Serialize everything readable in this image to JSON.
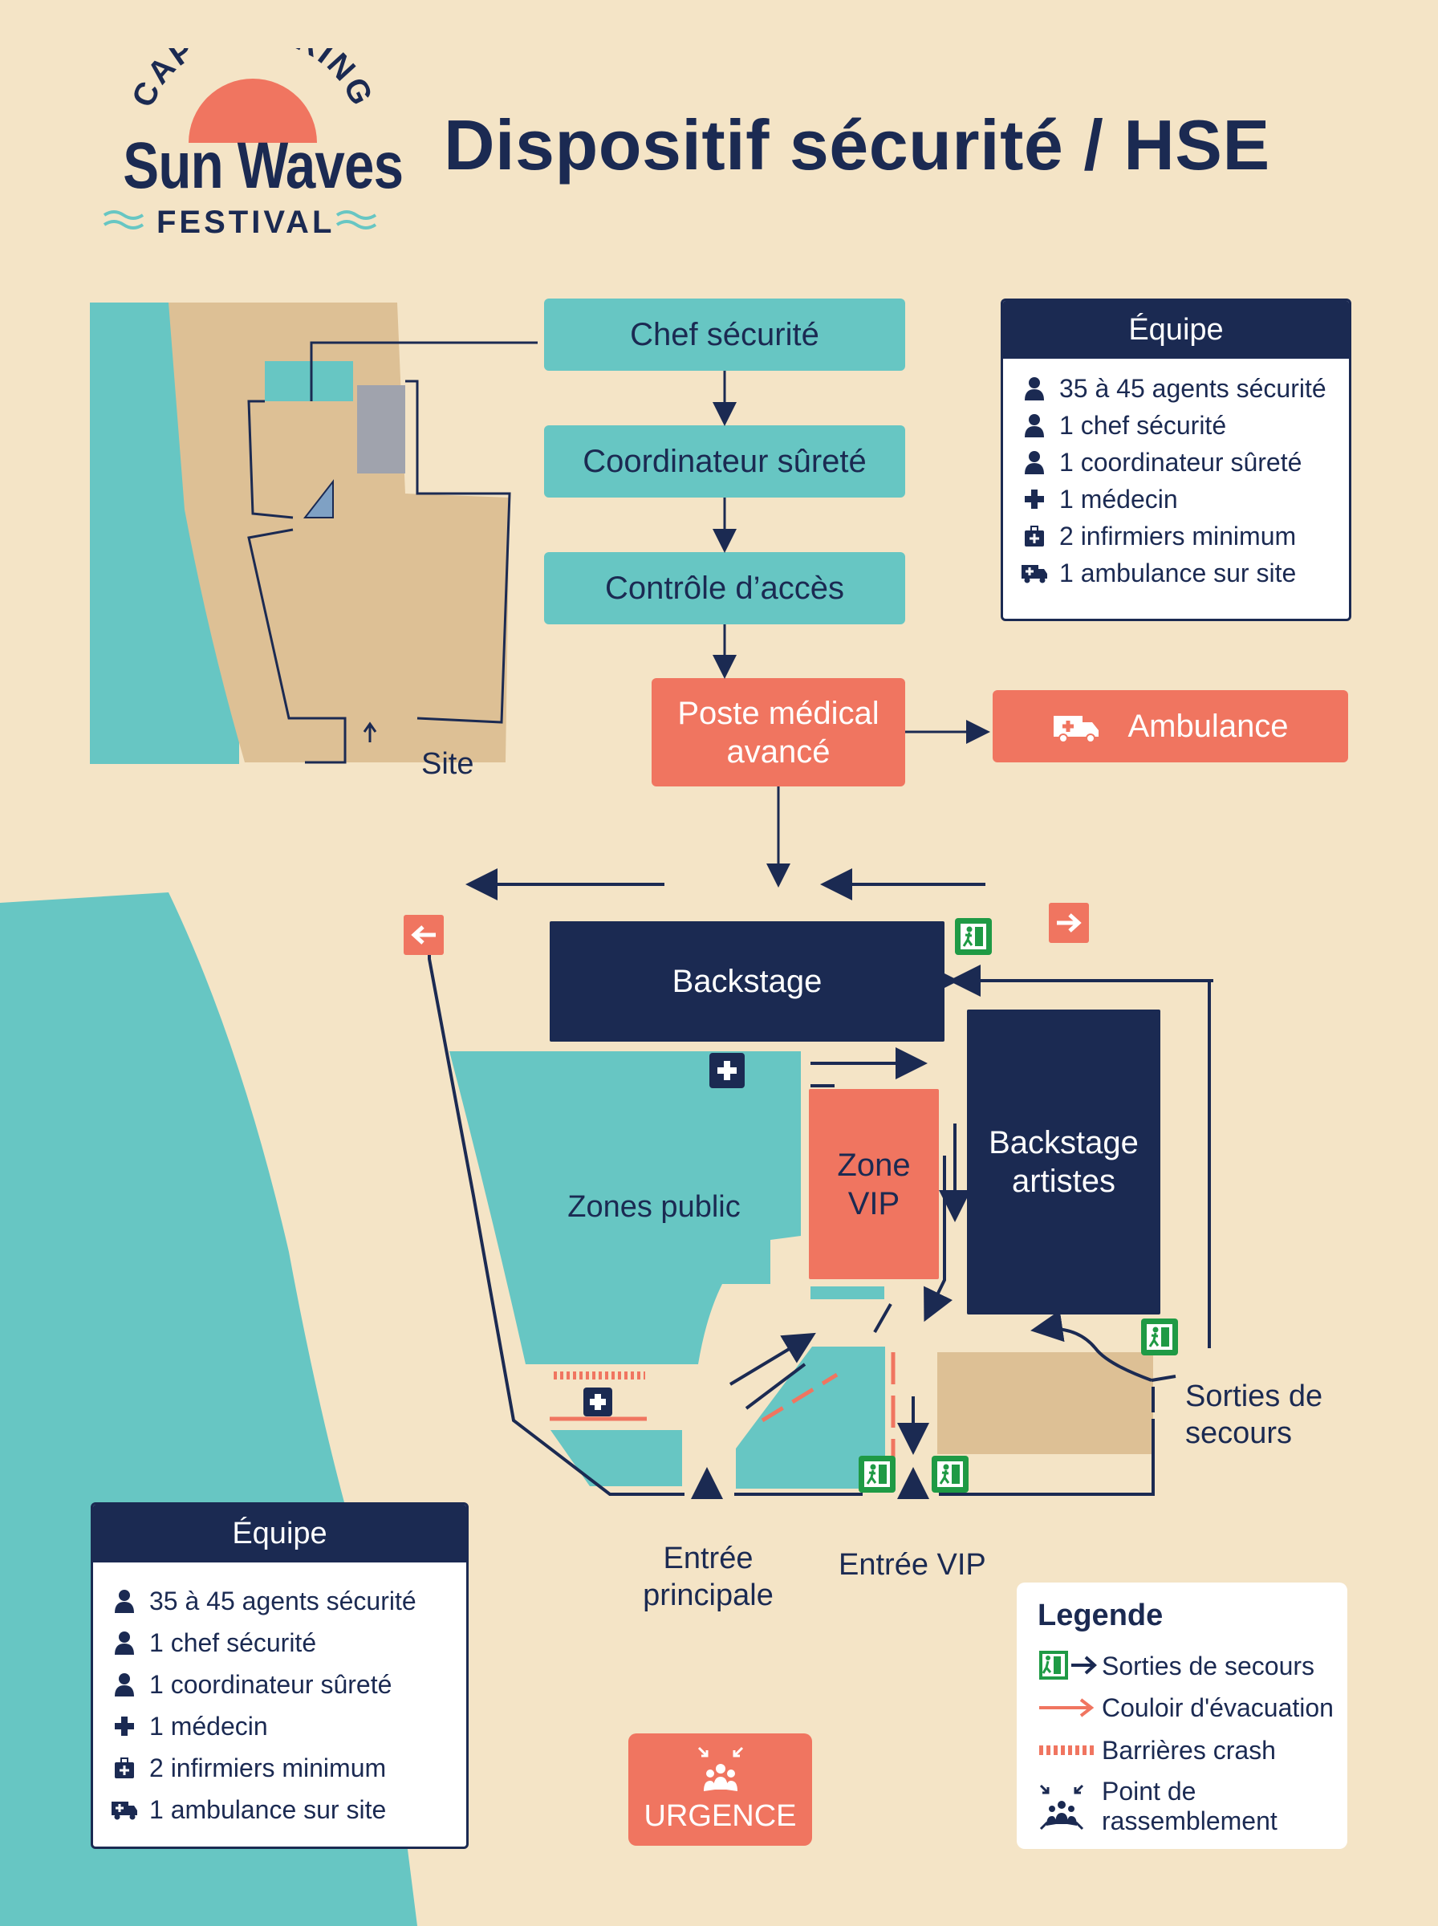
{
  "header": {
    "logo_top": "CAP SKIRRING",
    "logo_name": "Sun Waves",
    "logo_bottom": "FESTIVAL",
    "title": "Dispositif sécurité / HSE"
  },
  "flow": {
    "chef": "Chef sécurité",
    "coord": "Coordinateur sûreté",
    "controle": "Contrôle d’accès",
    "poste_line1": "Poste médical",
    "poste_line2": "avancé",
    "ambulance": "Ambulance"
  },
  "site_map": {
    "label": "Site"
  },
  "team_card": {
    "title": "Équipe",
    "items": [
      {
        "icon": "person-icon",
        "text": "35 à 45 agents sécurité"
      },
      {
        "icon": "person-icon",
        "text": "1 chef sécurité"
      },
      {
        "icon": "person-icon",
        "text": "1 coordinateur sûreté"
      },
      {
        "icon": "medical-cross-icon",
        "text": "1 médecin"
      },
      {
        "icon": "first-aid-kit-icon",
        "text": "2 infirmiers minimum"
      },
      {
        "icon": "ambulance-icon",
        "text": "1 ambulance sur site"
      }
    ]
  },
  "festival_map": {
    "backstage": "Backstage",
    "backstage_artistes_l1": "Backstage",
    "backstage_artistes_l2": "artistes",
    "zones_public": "Zones public",
    "zone_vip_l1": "Zone",
    "zone_vip_l2": "VIP",
    "sorties_l1": "Sorties de",
    "sorties_l2": "secours",
    "entree_principale_l1": "Entrée",
    "entree_principale_l2": "principale",
    "entree_vip": "Entrée VIP"
  },
  "legend": {
    "title": "Legende",
    "items": [
      {
        "icon": "emergency-exit-icon",
        "text": "Sorties de secours"
      },
      {
        "icon": "evacuation-arrow-icon",
        "text": "Couloir d'évacuation"
      },
      {
        "icon": "crash-barrier-icon",
        "text": "Barrières crash"
      },
      {
        "icon": "assembly-point-icon",
        "text_l1": "Point de",
        "text_l2": "rassemblement"
      }
    ]
  },
  "urgence": {
    "label": "URGENCE"
  },
  "colors": {
    "background": "#f4e4c6",
    "navy": "#1b2a52",
    "teal": "#67c6c3",
    "coral": "#f07560",
    "sand": "#ddc095",
    "green": "#1f9a45"
  }
}
